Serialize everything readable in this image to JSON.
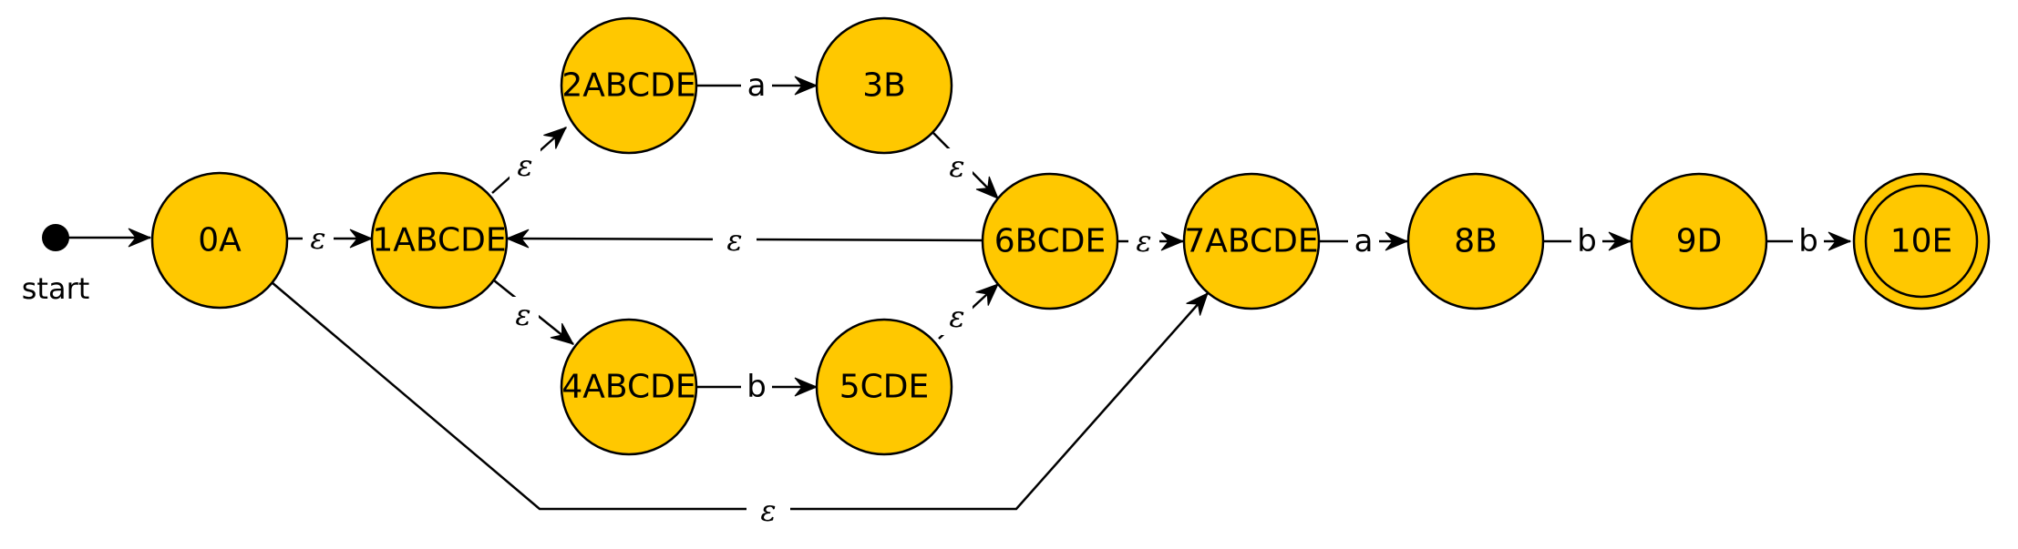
{
  "start": {
    "label": "start"
  },
  "states": [
    {
      "id": "s0",
      "label": "0A"
    },
    {
      "id": "s1",
      "label": "1ABCDE"
    },
    {
      "id": "s2",
      "label": "2ABCDE"
    },
    {
      "id": "s3",
      "label": "3B"
    },
    {
      "id": "s4",
      "label": "4ABCDE"
    },
    {
      "id": "s5",
      "label": "5CDE"
    },
    {
      "id": "s6",
      "label": "6BCDE"
    },
    {
      "id": "s7",
      "label": "7ABCDE"
    },
    {
      "id": "s8",
      "label": "8B"
    },
    {
      "id": "s9",
      "label": "9D"
    },
    {
      "id": "s10",
      "label": "10E",
      "accepting": true
    }
  ],
  "transitions": [
    {
      "from": "start",
      "to": "s0",
      "label": ""
    },
    {
      "from": "s0",
      "to": "s1",
      "label": "ε"
    },
    {
      "from": "s1",
      "to": "s2",
      "label": "ε"
    },
    {
      "from": "s1",
      "to": "s4",
      "label": "ε"
    },
    {
      "from": "s2",
      "to": "s3",
      "label": "a"
    },
    {
      "from": "s4",
      "to": "s5",
      "label": "b"
    },
    {
      "from": "s3",
      "to": "s6",
      "label": "ε"
    },
    {
      "from": "s5",
      "to": "s6",
      "label": "ε"
    },
    {
      "from": "s6",
      "to": "s1",
      "label": "ε"
    },
    {
      "from": "s6",
      "to": "s7",
      "label": "ε"
    },
    {
      "from": "s0",
      "to": "s7",
      "label": "ε"
    },
    {
      "from": "s7",
      "to": "s8",
      "label": "a"
    },
    {
      "from": "s8",
      "to": "s9",
      "label": "b"
    },
    {
      "from": "s9",
      "to": "s10",
      "label": "b"
    }
  ],
  "colors": {
    "state_fill": "#ffc800",
    "stroke": "#000000"
  }
}
